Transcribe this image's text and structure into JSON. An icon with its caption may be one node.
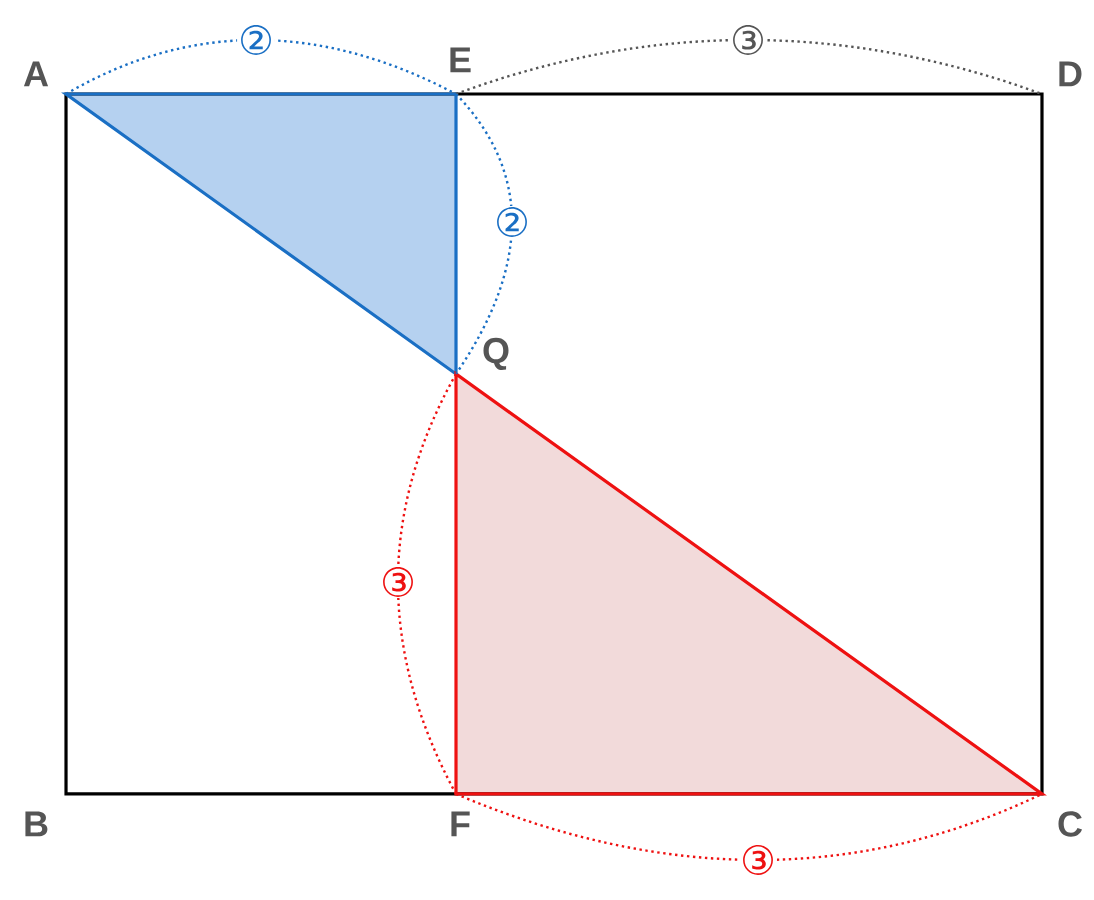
{
  "diagram": {
    "labels": [
      "A",
      "②",
      "E",
      "③",
      "D",
      "②",
      "Q",
      "③",
      "B",
      "F",
      "③",
      "C"
    ]
  }
}
